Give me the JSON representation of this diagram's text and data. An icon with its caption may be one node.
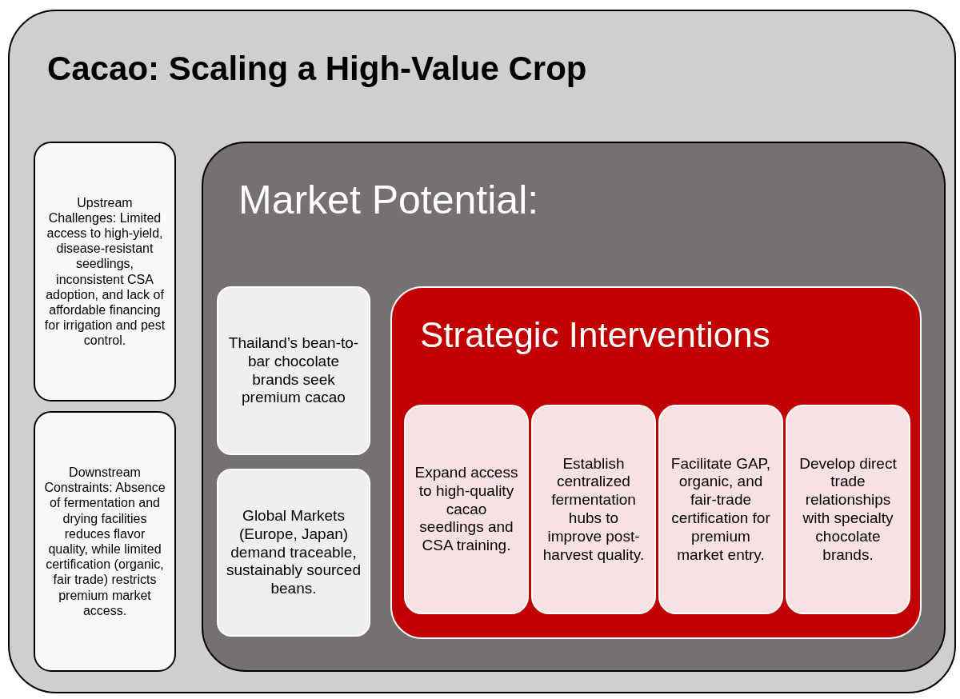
{
  "diagram": {
    "nodes": [
      {
        "text": [
          "Cacao: Scaling a High-Value Crop"
        ]
      },
      {
        "text": [
          "Upstream Challenges: Limited access to high-yield, disease-resistant seedlings, inconsistent CSA adoption, and lack of affordable financing for irrigation and pest control."
        ],
        "in": 0
      },
      {
        "text": [
          "Downstream Constraints: Absence of fermentation and drying facilities reduces flavor quality, while limited certification (organic, fair trade) restricts premium market access."
        ],
        "in": 0
      },
      {
        "text": [
          "Market Potential:"
        ],
        "in": 0
      },
      {
        "text": [
          "Thailand’s bean-to-bar chocolate brands seek premium cacao"
        ],
        "in": 3
      },
      {
        "text": [
          "Global Markets (Europe, Japan) demand traceable, sustainably sourced beans."
        ],
        "in": 3
      },
      {
        "text": [
          "Strategic Interventions"
        ],
        "in": 3
      },
      {
        "text": [
          "Expand access to high-quality cacao seedlings and CSA training."
        ],
        "in": 6
      },
      {
        "text": [
          "Establish centralized fermentation hubs to improve post-harvest quality."
        ],
        "in": 6
      },
      {
        "text": [
          "Facilitate GAP, organic, and fair-trade certification for premium market entry."
        ],
        "in": 6
      },
      {
        "text": [
          "Develop direct trade relationships with specialty chocolate brands."
        ],
        "in": 6
      }
    ]
  }
}
